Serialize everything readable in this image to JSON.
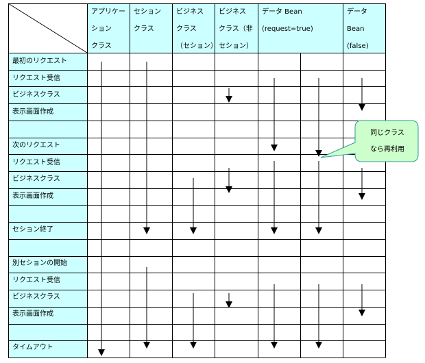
{
  "colors": {
    "header_fill": "#ccffff",
    "label_fill": "#ccffff",
    "grid_line": "#000000",
    "callout_fill": "#ccffcc",
    "callout_border": "#339999",
    "arrow": "#000000"
  },
  "columns": [
    {
      "lines": [
        "アプリケー",
        "ション",
        "クラス"
      ]
    },
    {
      "lines": [
        "セション",
        "クラス"
      ]
    },
    {
      "lines": [
        "ビジネス",
        "クラス",
        "（セション）"
      ]
    },
    {
      "lines": [
        "ビジネス",
        "クラス（非",
        "セション）"
      ]
    },
    {
      "lines": [
        "データ Bean",
        "(request=true)"
      ]
    },
    {
      "lines": [
        "データ",
        "Bean",
        "(false)"
      ]
    }
  ],
  "rows": [
    "最初のリクエスト",
    "リクエスト受信",
    "ビジネスクラス",
    "表示画面作成",
    "",
    "次のリクエスト",
    "リクエスト受信",
    "ビジネスクラス",
    "表示画面作成",
    "",
    "セション終了",
    "",
    "別セションの開始",
    "リクエスト受信",
    "ビジネスクラス",
    "表示画面作成",
    "",
    "タイムアウト"
  ],
  "callout": {
    "lines": [
      "同じクラス",
      "なら再利用"
    ]
  }
}
